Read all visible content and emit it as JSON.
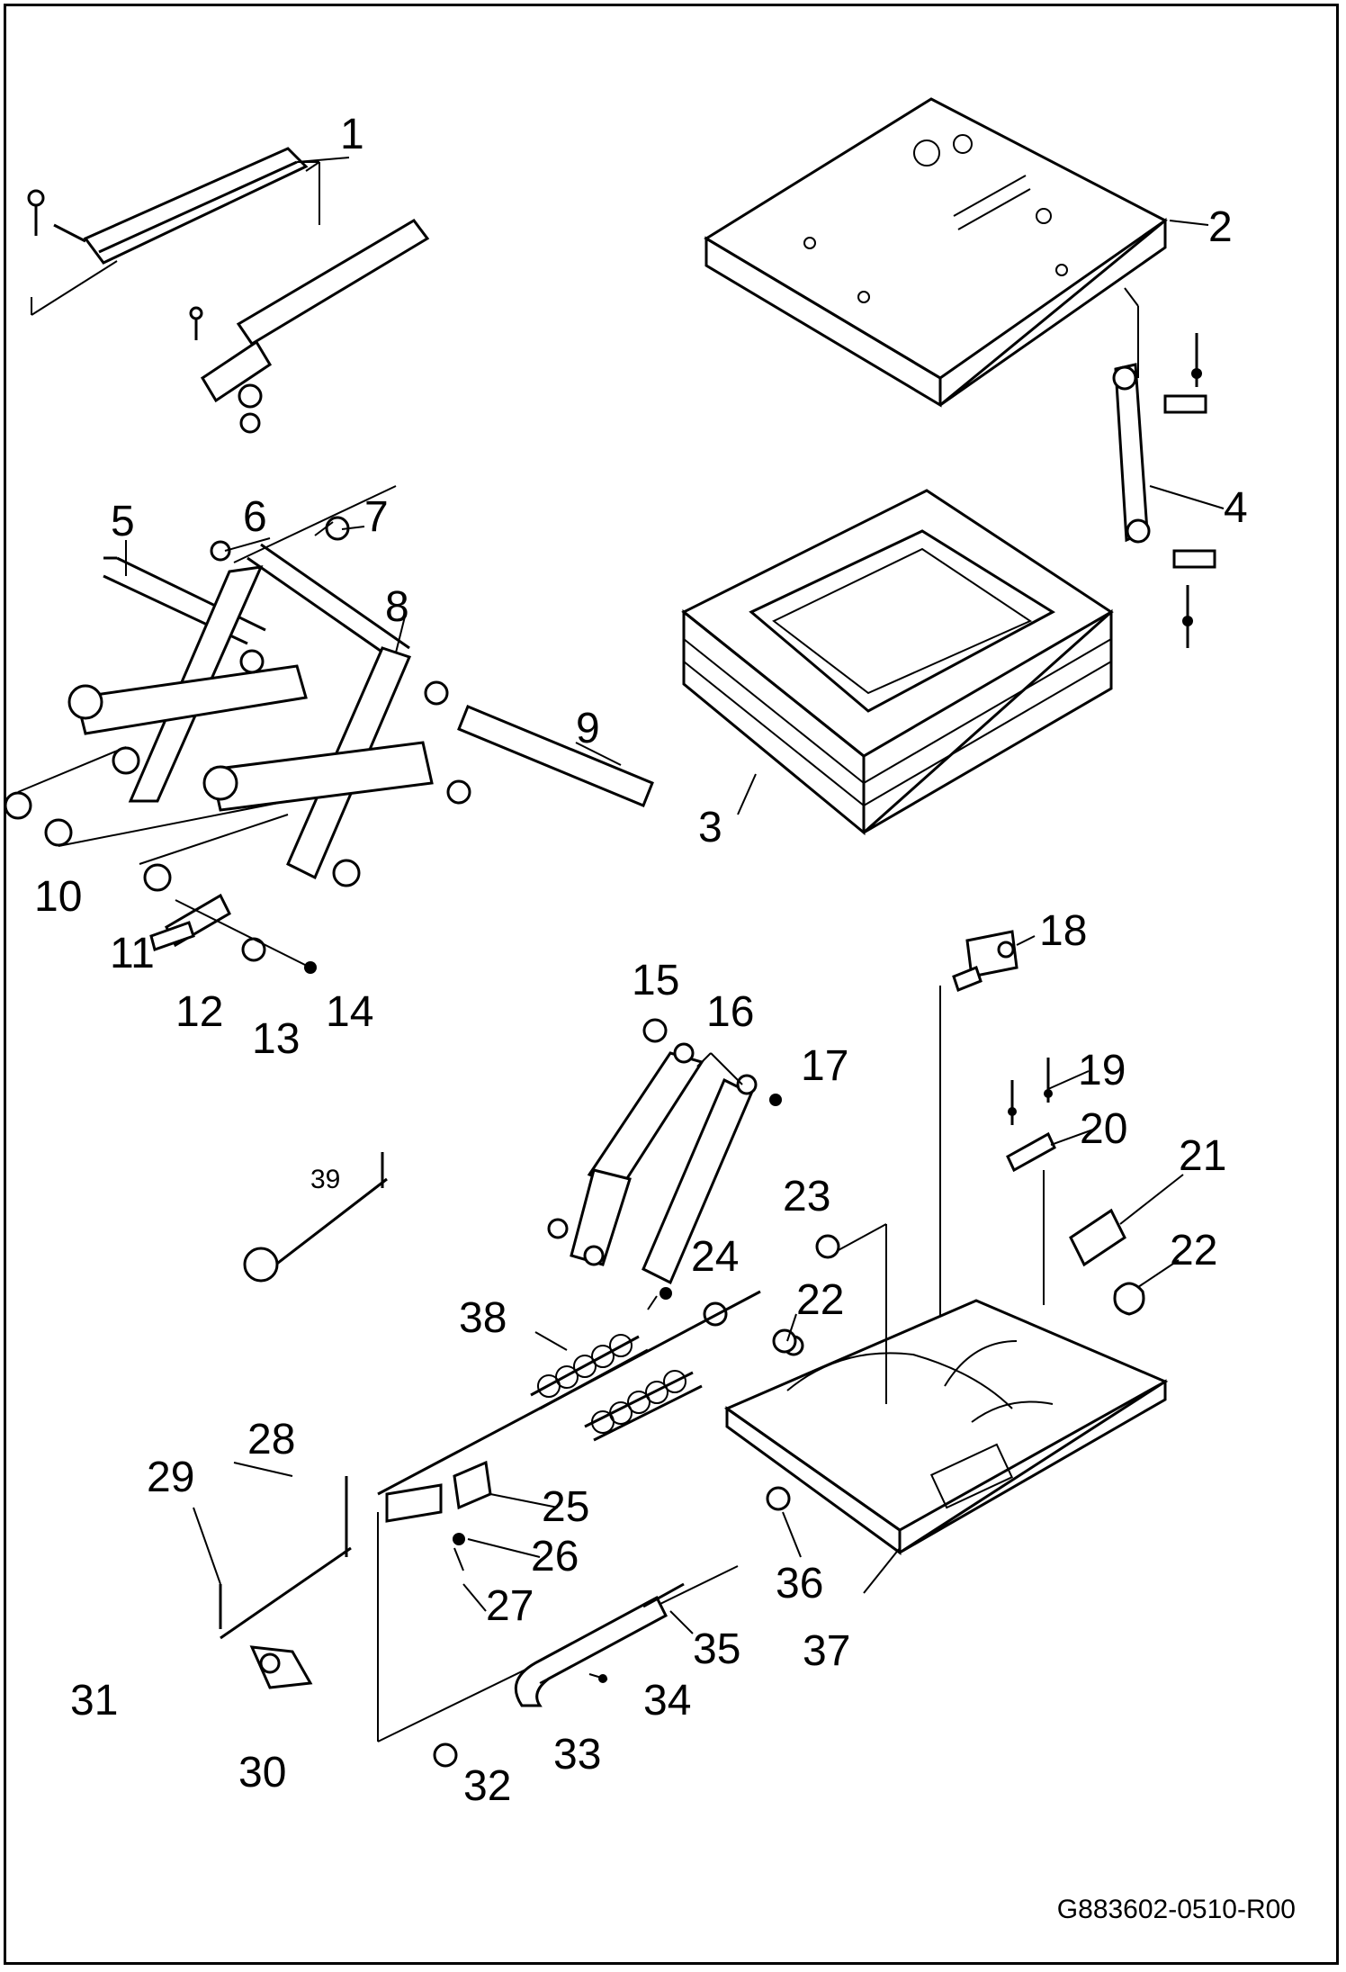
{
  "diagram": {
    "drawing_code": "G883602-0510-R00",
    "part_labels": [
      {
        "id": "1",
        "text": "1"
      },
      {
        "id": "2",
        "text": "2"
      },
      {
        "id": "3",
        "text": "3"
      },
      {
        "id": "4",
        "text": "4"
      },
      {
        "id": "5",
        "text": "5"
      },
      {
        "id": "6",
        "text": "6"
      },
      {
        "id": "7",
        "text": "7"
      },
      {
        "id": "8",
        "text": "8"
      },
      {
        "id": "9",
        "text": "9"
      },
      {
        "id": "10",
        "text": "10"
      },
      {
        "id": "11",
        "text": "11"
      },
      {
        "id": "12",
        "text": "12"
      },
      {
        "id": "13",
        "text": "13"
      },
      {
        "id": "14",
        "text": "14"
      },
      {
        "id": "15",
        "text": "15"
      },
      {
        "id": "16",
        "text": "16"
      },
      {
        "id": "17",
        "text": "17"
      },
      {
        "id": "18",
        "text": "18"
      },
      {
        "id": "19",
        "text": "19"
      },
      {
        "id": "20",
        "text": "20"
      },
      {
        "id": "21",
        "text": "21"
      },
      {
        "id": "22a",
        "text": "22"
      },
      {
        "id": "22b",
        "text": "22"
      },
      {
        "id": "23",
        "text": "23"
      },
      {
        "id": "24",
        "text": "24"
      },
      {
        "id": "25",
        "text": "25"
      },
      {
        "id": "26",
        "text": "26"
      },
      {
        "id": "27",
        "text": "27"
      },
      {
        "id": "28",
        "text": "28"
      },
      {
        "id": "29",
        "text": "29"
      },
      {
        "id": "30",
        "text": "30"
      },
      {
        "id": "31",
        "text": "31"
      },
      {
        "id": "32",
        "text": "32"
      },
      {
        "id": "33",
        "text": "33"
      },
      {
        "id": "34",
        "text": "34"
      },
      {
        "id": "35",
        "text": "35"
      },
      {
        "id": "36",
        "text": "36"
      },
      {
        "id": "37",
        "text": "37"
      },
      {
        "id": "38",
        "text": "38"
      },
      {
        "id": "39",
        "text": "39"
      }
    ]
  }
}
